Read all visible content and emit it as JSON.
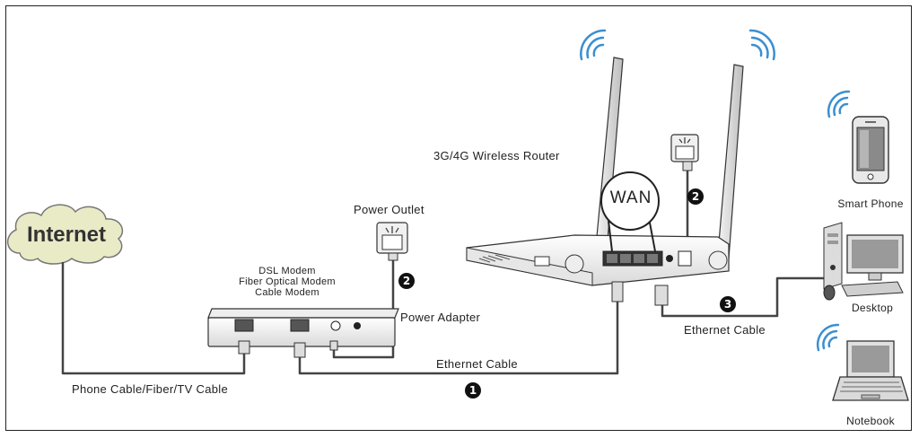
{
  "labels": {
    "internet": "Internet",
    "router": "3G/4G Wireless Router",
    "wan": "WAN",
    "power_outlet": "Power Outlet",
    "modem_line1": "DSL Modem",
    "modem_line2": "Fiber Optical Modem",
    "modem_line3": "Cable Modem",
    "power_adapter": "Power Adapter",
    "ethernet_cable_1": "Ethernet Cable",
    "ethernet_cable_3": "Ethernet Cable",
    "phone_cable": "Phone Cable/Fiber/TV Cable",
    "smart_phone": "Smart Phone",
    "desktop": "Desktop",
    "notebook": "Notebook"
  },
  "steps": {
    "one": "1",
    "two_modem": "2",
    "two_router": "2",
    "three": "3"
  },
  "colors": {
    "wifi": "#3c8fd0",
    "cloud": "#e9eac6",
    "line": "#444444",
    "device": "#f2f2f2"
  }
}
